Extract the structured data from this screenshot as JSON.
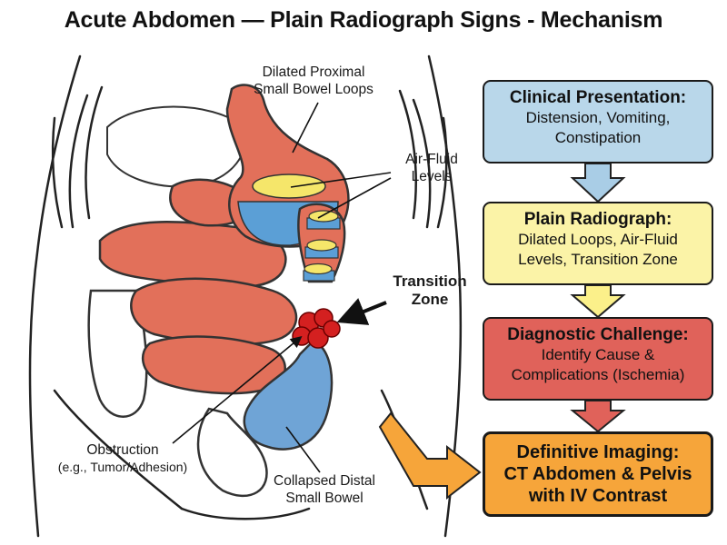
{
  "title": "Acute Abdomen — Plain Radiograph Signs - Mechanism",
  "labels": {
    "dilated_1": "Dilated Proximal",
    "dilated_2": "Small Bowel Loops",
    "airfluid_1": "Air-Fluid",
    "airfluid_2": "Levels",
    "transition_1": "Transition",
    "transition_2": "Zone",
    "obstruction_1": "Obstruction",
    "obstruction_2": "(e.g., Tumor/Adhesion)",
    "collapsed_1": "Collapsed Distal",
    "collapsed_2": "Small Bowel"
  },
  "flow": [
    {
      "head": "Clinical Presentation:",
      "line1": "Distension, Vomiting,",
      "line2": "Constipation"
    },
    {
      "head": "Plain Radiograph:",
      "line1": "Dilated Loops, Air-Fluid",
      "line2": "Levels, Transition Zone"
    },
    {
      "head": "Diagnostic Challenge:",
      "line1": "Identify Cause &",
      "line2": "Complications (Ischemia)"
    },
    {
      "head": "Definitive Imaging:",
      "line1": "CT Abdomen & Pelvis",
      "line2": "with IV Contrast"
    }
  ],
  "colors": {
    "dilated_bowel": "#e2705a",
    "collapsed_bowel": "#6fa4d6",
    "fluid": "#5b9fd6",
    "air": "#f5e66a",
    "obstruction": "#d42020",
    "box_clinical": "#b9d7ea",
    "box_radiograph": "#fbf3a7",
    "box_challenge": "#e0625a",
    "box_definitive": "#f6a53a",
    "arrow_blue": "#a9cde6",
    "arrow_yellow": "#fbf08a",
    "arrow_red": "#e0625a",
    "arrow_orange": "#f6a53a"
  }
}
